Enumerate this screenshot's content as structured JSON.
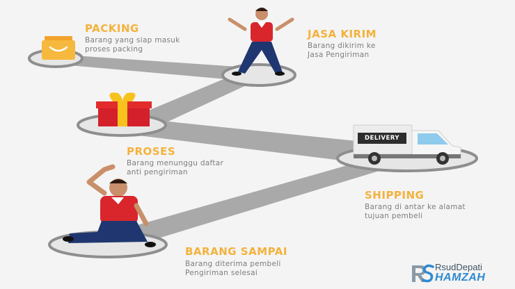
{
  "steps": {
    "packing": {
      "title": "PACKING",
      "lines": [
        "Barang yang siap masuk",
        "proses packing"
      ]
    },
    "jasa": {
      "title": "JASA KIRIM",
      "lines": [
        "Barang dikirim ke",
        "Jasa Pengiriman"
      ]
    },
    "proses": {
      "title": "PROSES",
      "lines": [
        "Barang menunggu daftar",
        "anti pengiriman"
      ]
    },
    "shipping": {
      "title": "SHIPPING",
      "lines": [
        "Barang di antar ke alamat",
        "tujuan pembeli"
      ]
    },
    "sampai": {
      "title": "BARANG SAMPAI",
      "lines": [
        "Barang diterima pembeli",
        "Pengiriman selesai"
      ]
    }
  },
  "truck_label": "DELIVERY",
  "logo": {
    "line1": "RsudDepati",
    "line2": "HAMZAH",
    "mark": "RS"
  },
  "colors": {
    "accent": "#f3b23c",
    "path": "#a9a9a9",
    "ring": "#8e8e8e",
    "shirt": "#d8262c",
    "pants": "#1f3670",
    "gift": "#e22b2b",
    "ribbon": "#f7c21c",
    "logo_blue": "#2e8ad0"
  }
}
